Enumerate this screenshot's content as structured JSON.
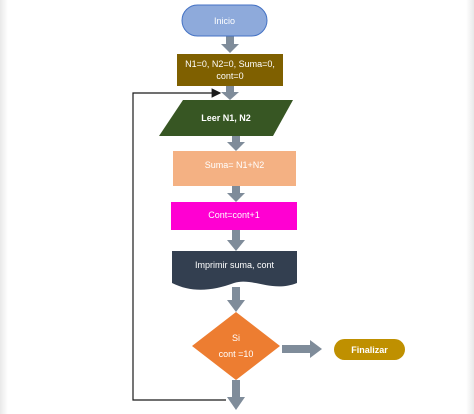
{
  "diagram": {
    "start": {
      "label": "Inicio"
    },
    "init": {
      "line1": "N1=0, N2=0, Suma=0,",
      "line2": "cont=0"
    },
    "input": {
      "label": "Leer N1, N2"
    },
    "sum": {
      "label": "Suma= N1+N2"
    },
    "counter": {
      "label": "Cont=cont+1"
    },
    "print": {
      "label": "Imprimir suma, cont"
    },
    "decision": {
      "line1": "Si",
      "line2": "cont =10"
    },
    "end": {
      "label": "Finalizar"
    }
  },
  "colors": {
    "start": "#8eaadb",
    "init": "#7f6000",
    "input": "#375623",
    "sum": "#f4b183",
    "counter": "#ff00d2",
    "print": "#333f50",
    "decision": "#ed7d31",
    "end": "#bf9000",
    "arrow": "#7f8c9a",
    "loop_line": "#1a1a1a"
  }
}
